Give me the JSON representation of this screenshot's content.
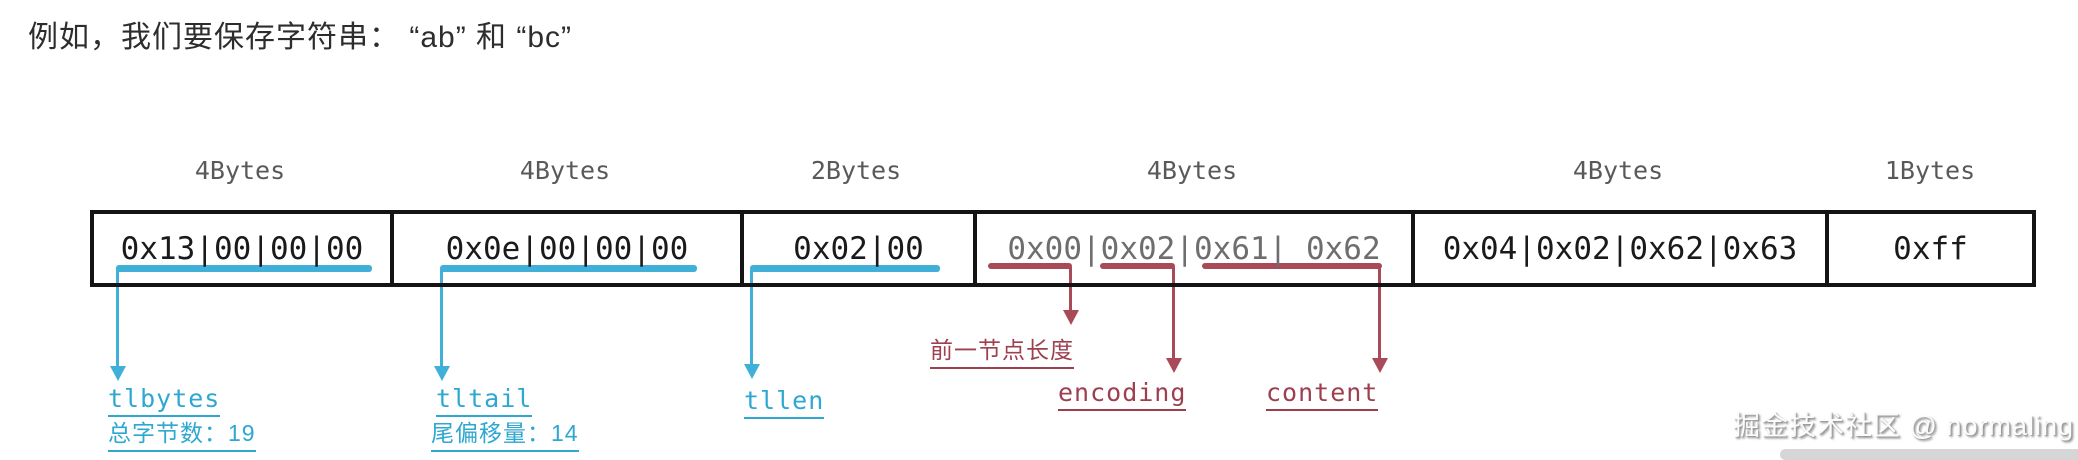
{
  "title": "例如，我们要保存字符串： “ab” 和 “bc”",
  "accent_colors": {
    "cyan": "#41b0d8",
    "maroon": "#a84a58"
  },
  "ziplist": {
    "cells": [
      {
        "size_label": "4Bytes",
        "value": "0x13|00|00|00"
      },
      {
        "size_label": "4Bytes",
        "value": "0x0e|00|00|00"
      },
      {
        "size_label": "2Bytes",
        "value": "0x02|00"
      },
      {
        "size_label": "4Bytes",
        "value": "0x00|0x02|0x61| 0x62"
      },
      {
        "size_label": "4Bytes",
        "value": "0x04|0x02|0x62|0x63"
      },
      {
        "size_label": "1Bytes",
        "value": "0xff"
      }
    ]
  },
  "annotations": {
    "tlbytes": {
      "label": "tlbytes",
      "desc": "总字节数：19"
    },
    "tltail": {
      "label": "tltail",
      "desc": "尾偏移量：14"
    },
    "tllen": {
      "label": "tllen"
    },
    "prevlen": {
      "label": "前一节点长度"
    },
    "encoding": {
      "label": "encoding"
    },
    "content": {
      "label": "content"
    }
  },
  "watermark": "掘金技术社区 @ normaling"
}
